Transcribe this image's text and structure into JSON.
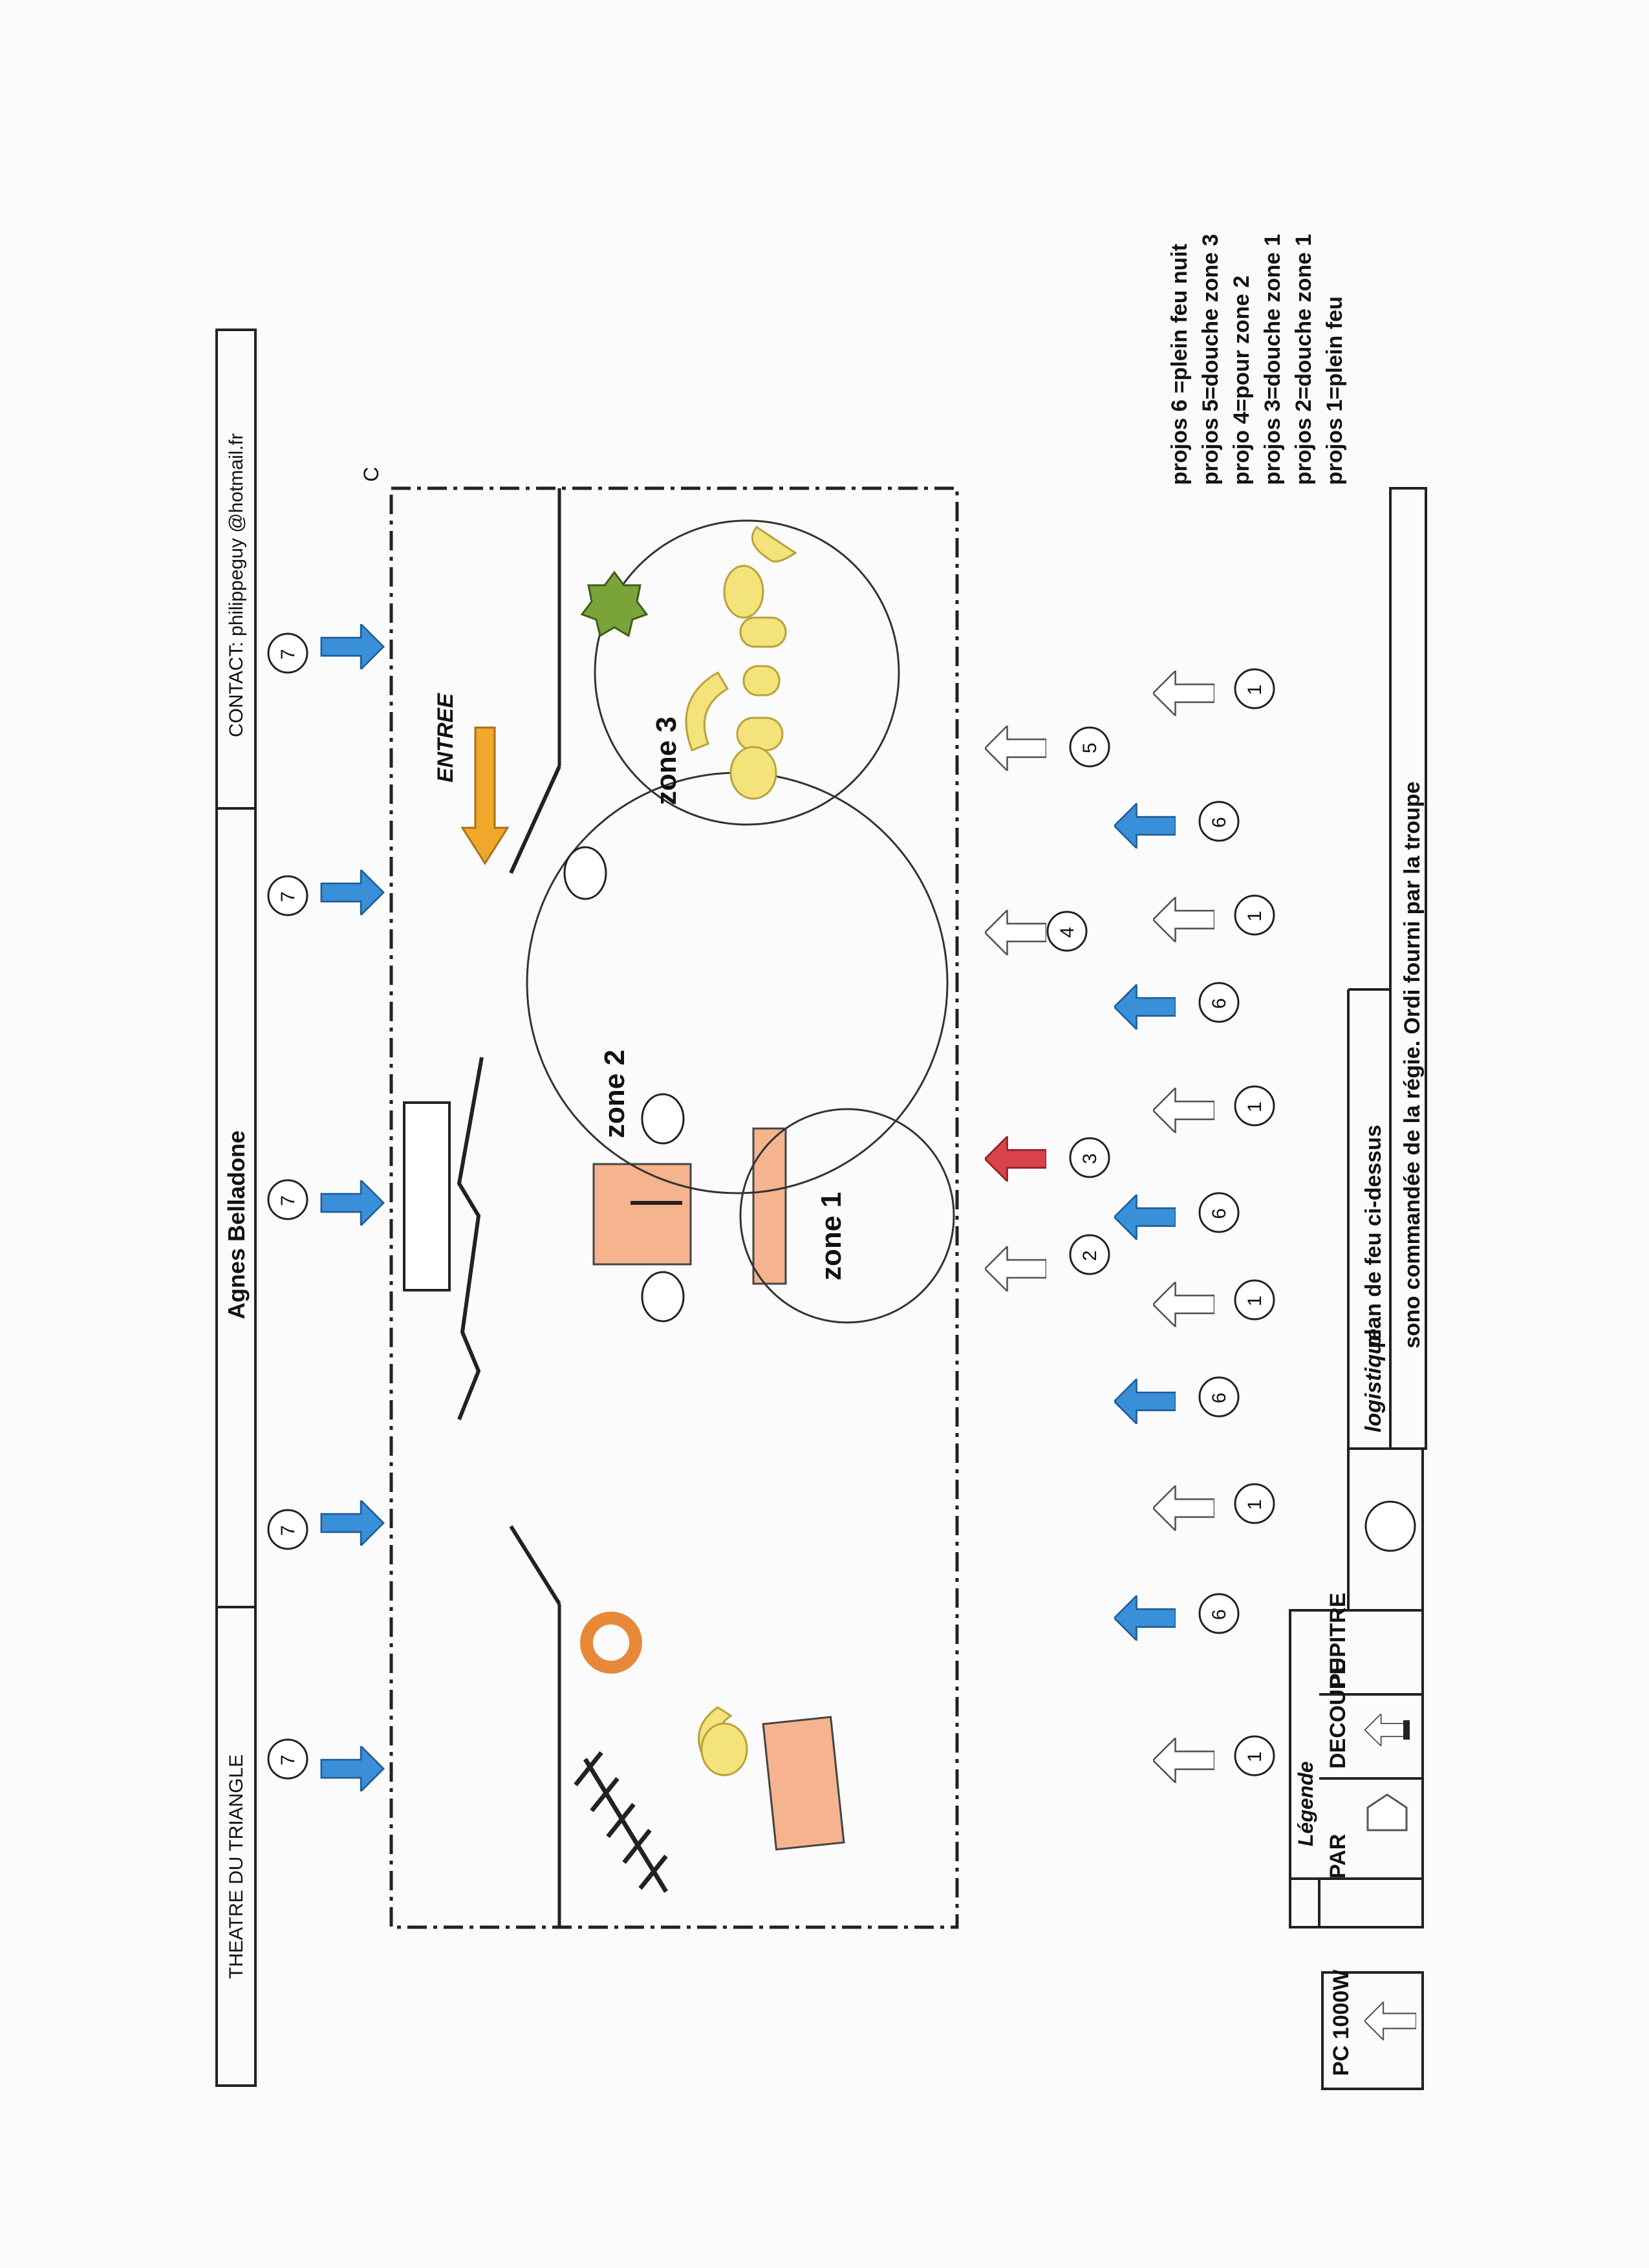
{
  "header": {
    "left": "THEATRE DU TRIANGLE",
    "middle": "Agnes Belladone",
    "right": "CONTACT: philippeguy @hotmail.fr"
  },
  "corner_mark": "C",
  "stage": {
    "entree": "ENTREE",
    "zones": [
      "zone 1",
      "zone 2",
      "zone 3"
    ]
  },
  "projector_numbers": {
    "top_row": [
      "7",
      "7",
      "7",
      "7",
      "7"
    ],
    "front_row": [
      "2",
      "3",
      "4",
      "5"
    ],
    "pc_row": [
      "1",
      "6",
      "1",
      "6",
      "1",
      "6",
      "1",
      "6",
      "1",
      "6",
      "1"
    ]
  },
  "legend_items": [
    "projos 6 =plein feu nuit",
    "projos 5=douche zone 3",
    "projo 4=pour zone 2",
    "projos 3=douche zone 1",
    "projos 2=douche zone 1",
    "projos 1=plein feu"
  ],
  "key": {
    "title": "Légende",
    "pc": "PC 1000W",
    "par": "PAR",
    "decoupe": "DECOUPE",
    "pupitre": "PUPITRE",
    "logistique_title": "logistique",
    "logistique_lines": [
      "plan de feu ci-dessus",
      "sono commandée de la régie. Ordi fourni par la troupe"
    ]
  },
  "colors": {
    "blue_arrow": "#3a8fd9",
    "red_arrow": "#d9434b",
    "orange_arrow": "#f0a82a",
    "set_pink": "#f5b48e",
    "furniture_yellow": "#f4e37a",
    "plant_green": "#7aa33a",
    "ring_orange": "#e8893a"
  }
}
